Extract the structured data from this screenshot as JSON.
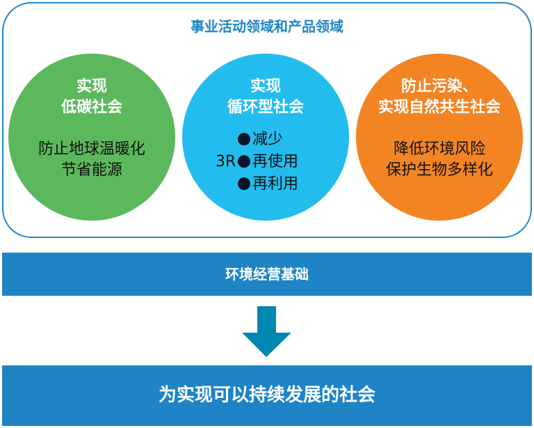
{
  "frame_title": "事业活动领域和产品领域",
  "circles": [
    {
      "title": [
        "实现",
        "低碳社会"
      ],
      "body": [
        "防止地球温暖化",
        "节省能源"
      ],
      "color": "#5cb85c"
    },
    {
      "title": [
        "实现",
        "循环型社会"
      ],
      "label_3r": "3R",
      "bullets": [
        "减少",
        "再使用",
        "再利用"
      ],
      "color": "#22bdee"
    },
    {
      "title": [
        "防止污染、",
        "实现自然共生社会"
      ],
      "body": [
        "降低环境风险",
        "保护生物多样化"
      ],
      "color": "#f28424"
    }
  ],
  "foundation_bar": "环境经营基础",
  "goal_bar": "为实现可以持续发展的社会",
  "arrow_icon": "down-arrow-icon"
}
